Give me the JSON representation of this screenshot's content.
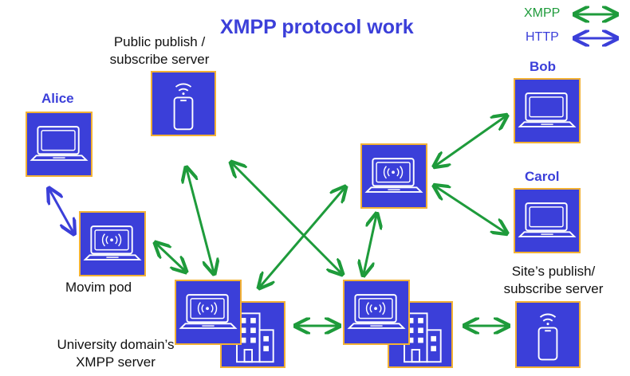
{
  "title": "XMPP protocol work",
  "legend": [
    {
      "label": "XMPP",
      "color": "#1e9b3b"
    },
    {
      "label": "HTTP",
      "color": "#3b3fd9"
    }
  ],
  "nodes": {
    "public_server": "Public publish /\nsubscribe server",
    "alice": "Alice",
    "movim": "Movim pod",
    "university": "University domain’s\nXMPP server",
    "bob": "Bob",
    "carol": "Carol",
    "site_server": "Site’s publish/\nsubscribe server"
  },
  "colors": {
    "box": "#3b3fd9",
    "border": "#f2b134",
    "xmpp": "#1e9b3b",
    "http": "#3b3fd9"
  },
  "icons": [
    "laptop-icon",
    "phone-icon",
    "wifi-icon",
    "building-icon"
  ]
}
